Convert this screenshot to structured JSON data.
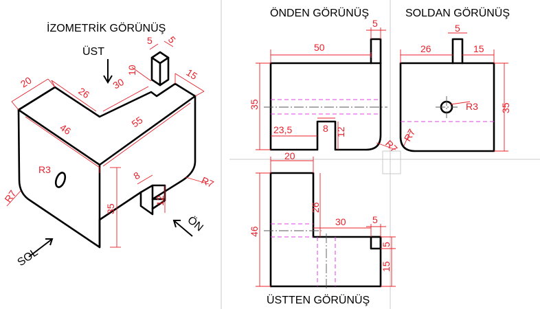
{
  "titles": {
    "iso": "İZOMETRİK GÖRÜNÜŞ",
    "front": "ÖNDEN GÖRÜNÜŞ",
    "left": "SOLDAN GÖRÜNÜŞ",
    "top": "ÜSTTEN GÖRÜNÜŞ"
  },
  "direction_labels": {
    "ust": "ÜST",
    "on": "ÖN",
    "sol": "SOL"
  },
  "iso_dims": {
    "d20": "20",
    "d26": "26",
    "d30": "30",
    "d10": "10",
    "d5a": "5",
    "d5b": "5",
    "d15": "15",
    "d46": "46",
    "d55": "55",
    "r3": "R3",
    "d8": "8",
    "d12": "12",
    "d35": "35",
    "r7a": "R7",
    "r7b": "R7"
  },
  "front_dims": {
    "d5": "5",
    "d50": "50",
    "d35": "35",
    "d23": "23,5",
    "d8": "8",
    "d12": "12",
    "r7": "R7"
  },
  "left_dims": {
    "d5": "5",
    "d26": "26",
    "d15": "15",
    "r3": "R3",
    "d35": "35",
    "r7": "R7"
  },
  "top_dims": {
    "d20": "20",
    "d26": "26",
    "d46": "46",
    "d30": "30",
    "d5a": "5",
    "d5b": "5",
    "d15": "15"
  }
}
